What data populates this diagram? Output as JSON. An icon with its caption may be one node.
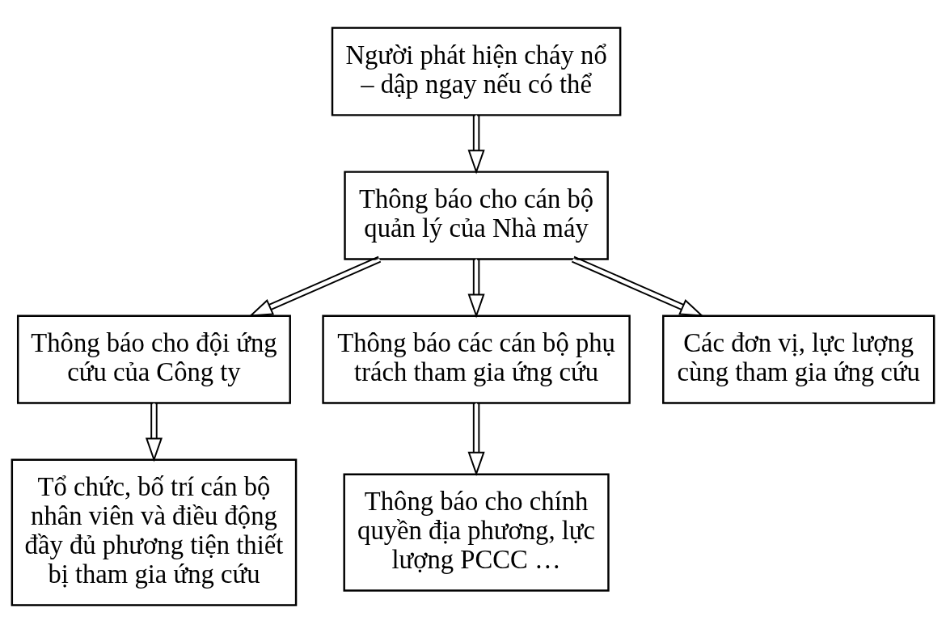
{
  "diagram": {
    "nodes": [
      {
        "text": [
          "Người phát hiện cháy nổ – dập ngay nếu có thể"
        ]
      },
      {
        "text": [
          "Thông báo cho cán bộ quản lý của Nhà máy"
        ]
      },
      {
        "text": [
          "Thông báo cho đội ứng cứu của Công ty"
        ]
      },
      {
        "text": [
          "Thông báo các cán bộ phụ trách tham gia ứng cứu"
        ]
      },
      {
        "text": [
          "Các đơn vị, lực lượng cùng tham gia ứng cứu"
        ]
      },
      {
        "text": [
          "Tổ chức, bố trí cán bộ nhân viên và điều động đầy đủ phương tiện thiết bị tham gia ứng cứu"
        ]
      },
      {
        "text": [
          "Thông báo cho chính quyền địa phương, lực lượng PCCC …"
        ]
      }
    ],
    "edges": [
      {
        "from": 0,
        "to": 1,
        "arrow": "to"
      },
      {
        "from": 1,
        "to": 2,
        "arrow": "to"
      },
      {
        "from": 1,
        "to": 3,
        "arrow": "to"
      },
      {
        "from": 1,
        "to": 4,
        "arrow": "to"
      },
      {
        "from": 2,
        "to": 5,
        "arrow": "to"
      },
      {
        "from": 3,
        "to": 6,
        "arrow": "to"
      }
    ]
  }
}
